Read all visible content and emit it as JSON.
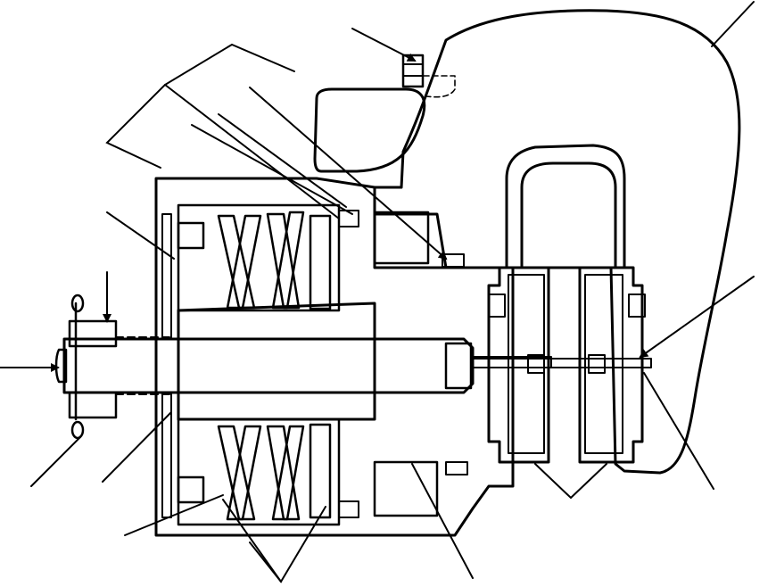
{
  "figure": {
    "kind": "sectional-view",
    "subject": "brake-caliper-and-spring-pack-assembly",
    "text_labels": []
  },
  "colors": {
    "ink": "#000000",
    "paper": "#ffffff"
  },
  "icons": {
    "hatch": "diagonal-hatch-pattern",
    "arrow": "arrowhead"
  }
}
